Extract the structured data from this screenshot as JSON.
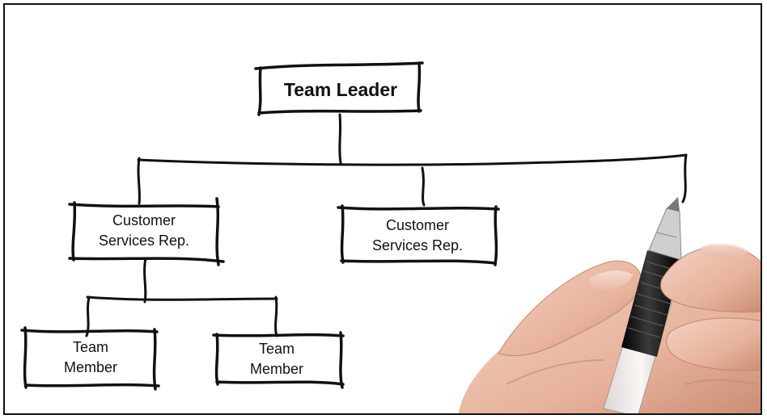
{
  "org_chart": {
    "root": {
      "label": "Team Leader"
    },
    "level2": [
      {
        "line1": "Customer",
        "line2": "Services Rep."
      },
      {
        "line1": "Customer",
        "line2": "Services Rep."
      }
    ],
    "level3": [
      {
        "line1": "Team",
        "line2": "Member"
      },
      {
        "line1": "Team",
        "line2": "Member"
      }
    ]
  },
  "colors": {
    "ink": "#111111",
    "background": "#ffffff",
    "skin": "#e8b9a3",
    "pen_barrel": "#1a1a1a"
  },
  "decorations": {
    "hand_with_pen": "hand-holding-pen illustration"
  }
}
